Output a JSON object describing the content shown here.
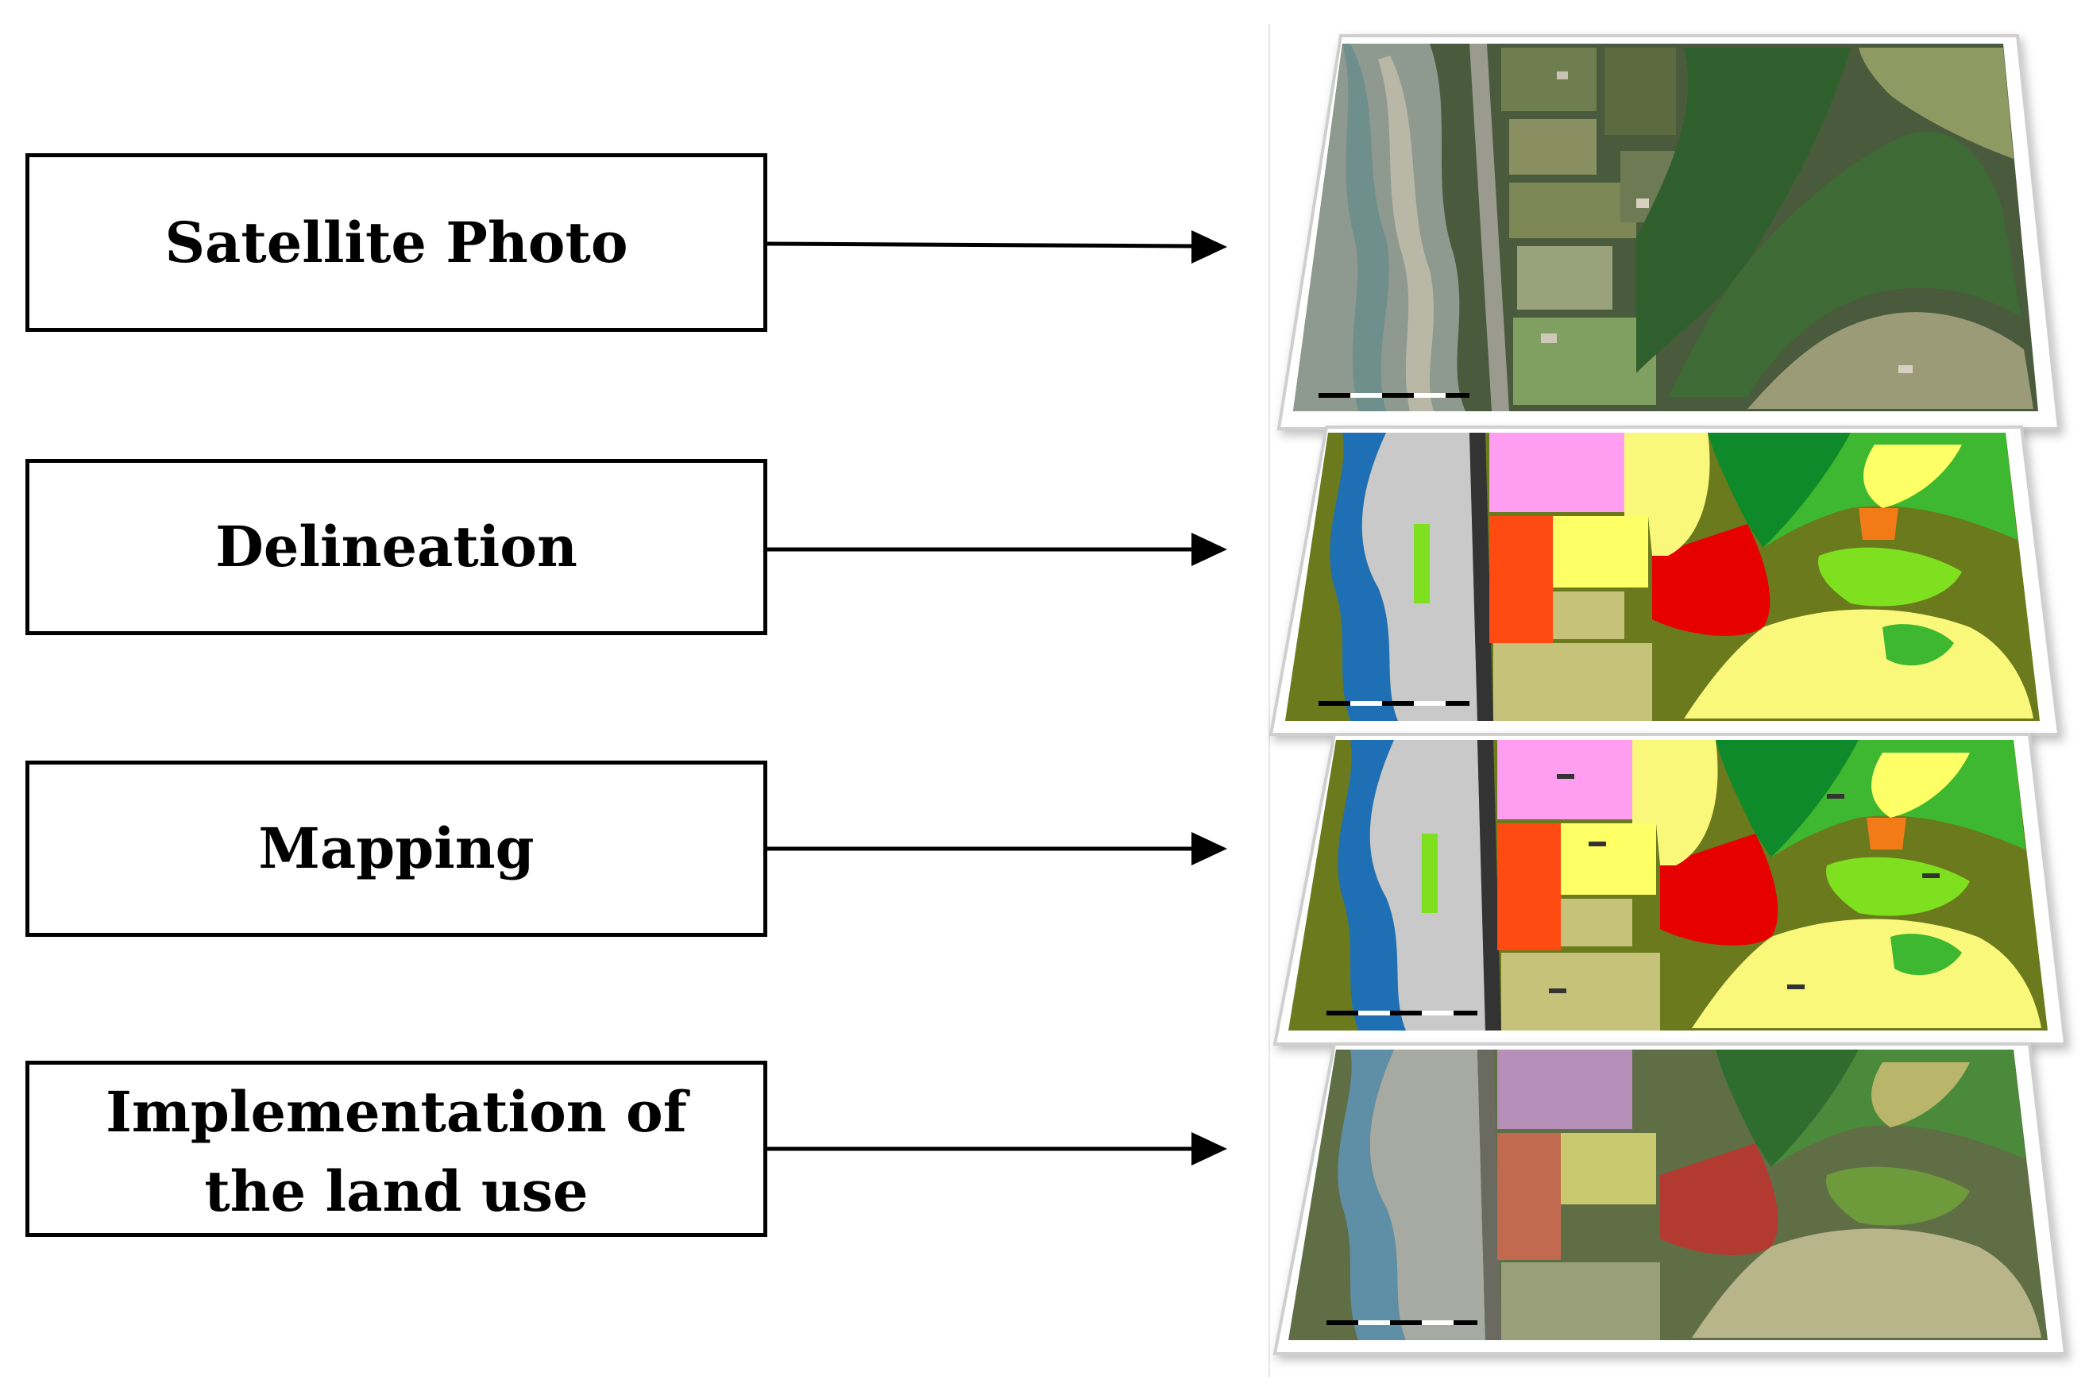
{
  "steps": [
    {
      "label": "Satellite Photo",
      "layer_style": "satellite"
    },
    {
      "label": "Delineation",
      "layer_style": "delineation"
    },
    {
      "label": "Mapping",
      "layer_style": "mapping"
    },
    {
      "label": "Implementation of the land use",
      "layer_style": "overlay"
    }
  ],
  "colors": {
    "river": "#1f6fb5",
    "gravel": "#c9c9c9",
    "urban": "#ff9ef0",
    "industrial": "#ff4a12",
    "crop_yellow": "#ffff66",
    "pale_yellow": "#f9f87a",
    "forest_dark": "#0f8a2a",
    "forest_green": "#3db830",
    "meadow_light": "#7ee01e",
    "shrub_olive": "#6b7a1c",
    "bare_khaki": "#c7c27a",
    "red_zone": "#e60000",
    "orange_patch": "#f27b17",
    "road": "#333333",
    "sat_dark": "#3b4a33",
    "sat_light": "#8a9482",
    "frame_border": "#d0d0d0"
  }
}
